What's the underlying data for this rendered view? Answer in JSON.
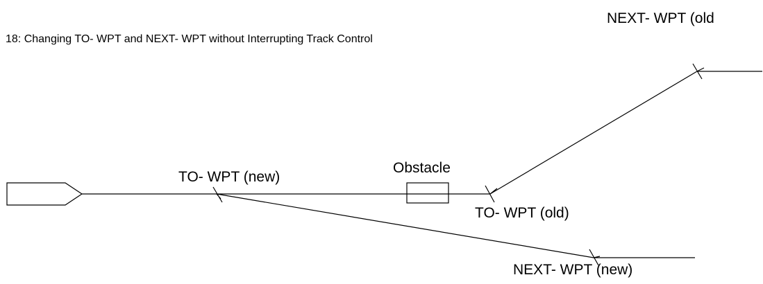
{
  "figure": {
    "caption": "18: Changing TO- WPT and NEXT- WPT without Interrupting Track Control"
  },
  "labels": {
    "next_wpt_old": "NEXT- WPT (old",
    "obstacle": "Obstacle",
    "to_wpt_new": "TO- WPT (new)",
    "to_wpt_old": "TO- WPT (old)",
    "next_wpt_new": "NEXT- WPT (new)"
  },
  "colors": {
    "line": "#000000",
    "background": "#ffffff"
  }
}
